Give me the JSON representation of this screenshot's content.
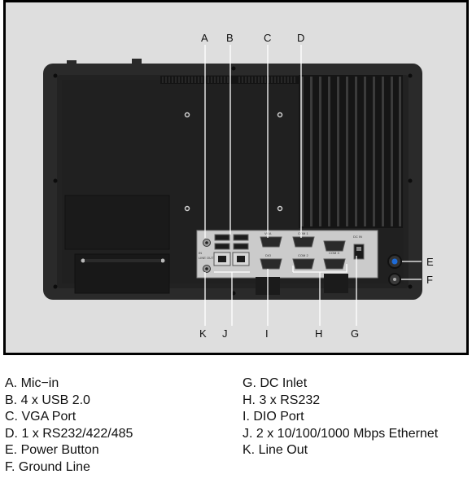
{
  "callouts": {
    "a": "A",
    "b": "B",
    "c": "C",
    "d": "D",
    "e": "E",
    "f": "F",
    "g": "G",
    "h": "H",
    "i": "I",
    "j": "J",
    "k": "K"
  },
  "panel_labels": {
    "in": "IN",
    "line_out": "LINE OUT",
    "vga": "VGA",
    "dio": "DIO",
    "com1": "COM 1",
    "com2": "COM 2",
    "com3": "COM 3",
    "dc_in": "DC IN"
  },
  "legend": {
    "left": [
      "A. Mic−in",
      "B. 4 x USB 2.0",
      "C. VGA Port",
      "D. 1 x RS232/422/485",
      "E. Power Button",
      "F. Ground Line"
    ],
    "right": [
      "G. DC Inlet",
      "H. 3 x RS232",
      "I. DIO Port",
      "J. 2 x 10/100/1000 Mbps Ethernet",
      "K. Line Out"
    ]
  },
  "colors": {
    "frame": "#000000",
    "background": "#dedede",
    "chassis": "#1f1f1f",
    "bezel": "#2c2c2c",
    "io_plate": "#c9c9c9",
    "leader": "#ffffff"
  }
}
